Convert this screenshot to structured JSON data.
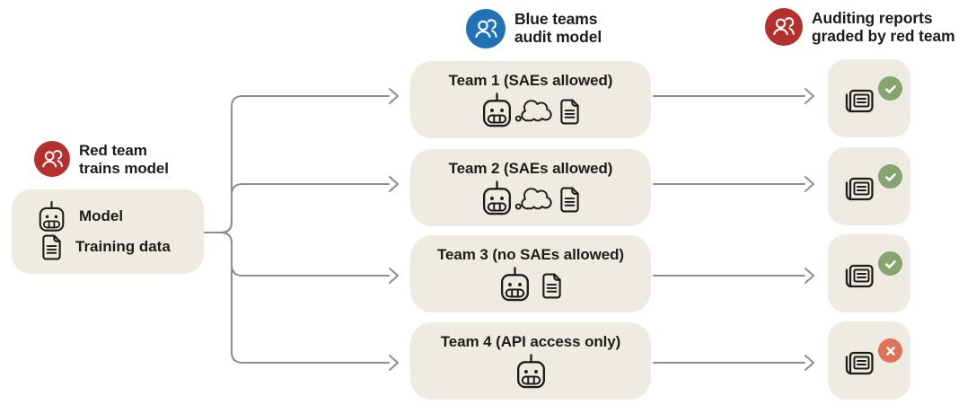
{
  "colors": {
    "red": "#b5302d",
    "blue": "#2171b7",
    "green": "#86a46f",
    "orange": "#dd7457",
    "box_bg": "#edebe2",
    "line": "#8f8d86",
    "ink": "#1e1c19"
  },
  "headers": {
    "red_team": {
      "icon": "people-icon",
      "label": "Red team\ntrains model"
    },
    "blue_teams": {
      "icon": "people-icon",
      "label": "Blue teams\naudit model"
    },
    "auditing": {
      "icon": "people-icon",
      "label": "Auditing reports\ngraded by red team"
    }
  },
  "model_box": {
    "items": [
      {
        "icon": "robot-icon",
        "label": "Model"
      },
      {
        "icon": "document-icon",
        "label": "Training data"
      }
    ]
  },
  "teams": [
    {
      "title": "Team 1 (SAEs allowed)",
      "icons": [
        "robot-icon",
        "thought-bubble-icon",
        "document-icon"
      ],
      "report": "approved"
    },
    {
      "title": "Team 2 (SAEs allowed)",
      "icons": [
        "robot-icon",
        "thought-bubble-icon",
        "document-icon"
      ],
      "report": "approved"
    },
    {
      "title": "Team 3 (no SAEs allowed)",
      "icons": [
        "robot-icon",
        "document-icon"
      ],
      "report": "approved"
    },
    {
      "title": "Team 4 (API access only)",
      "icons": [
        "robot-icon"
      ],
      "report": "rejected"
    }
  ],
  "reports": [
    {
      "icon": "report-icon",
      "badge": "check",
      "status": "pass"
    },
    {
      "icon": "report-icon",
      "badge": "check",
      "status": "pass"
    },
    {
      "icon": "report-icon",
      "badge": "check",
      "status": "pass"
    },
    {
      "icon": "report-icon",
      "badge": "x",
      "status": "fail"
    }
  ]
}
